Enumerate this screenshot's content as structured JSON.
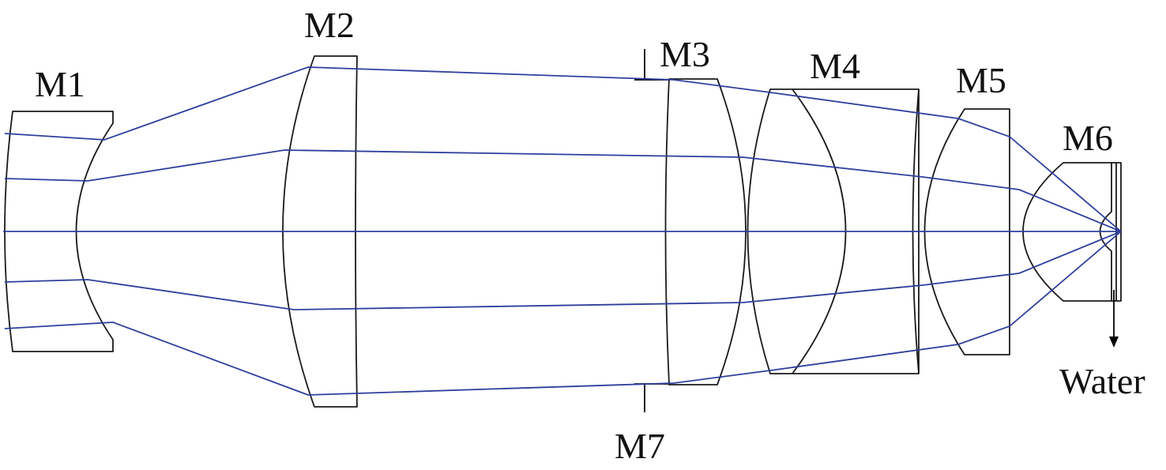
{
  "colors": {
    "ray": "#2e3f9e",
    "lens": "#1a1a1a",
    "background": "#ffffff"
  },
  "labels": {
    "m1": "M1",
    "m2": "M2",
    "m3": "M3",
    "m4": "M4",
    "m5": "M5",
    "m6": "M6",
    "m7": "M7",
    "water": "Water"
  }
}
